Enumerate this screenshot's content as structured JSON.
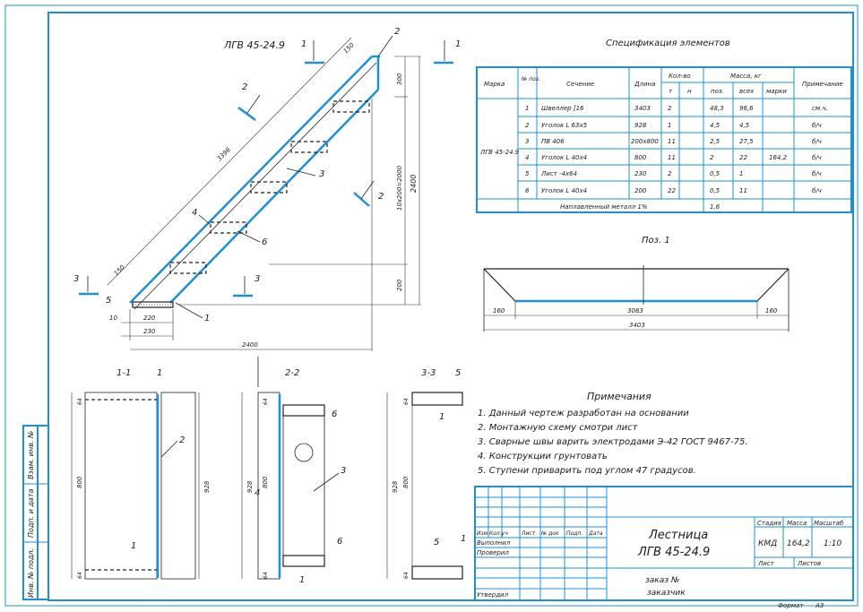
{
  "drawing": {
    "main_view_title": "ЛГВ 45-24.9",
    "section_marks": [
      "1",
      "1",
      "2",
      "2",
      "3",
      "3"
    ],
    "callouts": [
      "2",
      "3",
      "4",
      "5",
      "6",
      "1"
    ],
    "dims": {
      "slope_len": "3396",
      "top_small": "150",
      "right_300": "300",
      "right_steps": "10х200=2000",
      "right_total": "2400",
      "right_200": "200",
      "base_10": "10",
      "base_220": "220",
      "base_230": "230",
      "base_2400": "2400",
      "bottom_150": "150"
    }
  },
  "spec": {
    "title": "Спецификация элементов",
    "headers": {
      "mark": "Марка",
      "pos": "№ поз.",
      "section": "Сечение",
      "length": "Длина",
      "qty": "Кол-во",
      "qty_t": "т",
      "qty_n": "н",
      "mass": "Масса, кг",
      "mass_pos": "поз.",
      "mass_all": "всех",
      "mass_mark": "марки",
      "note": "Примечание"
    },
    "mark_value": "ЛГВ 45-24.9",
    "mark_mass": "164,2",
    "rows": [
      {
        "pos": "1",
        "section": "Швеллер  [16",
        "length": "3403",
        "t": "2",
        "n": "",
        "m_pos": "48,3",
        "m_all": "96,6",
        "note": "см.ч."
      },
      {
        "pos": "2",
        "section": "Уголок  L 63х5",
        "length": "928",
        "t": "1",
        "n": "",
        "m_pos": "4,5",
        "m_all": "4,5",
        "note": "б/ч"
      },
      {
        "pos": "3",
        "section": "ПВ 406",
        "length": "200х800",
        "t": "11",
        "n": "",
        "m_pos": "2,5",
        "m_all": "27,5",
        "note": "б/ч"
      },
      {
        "pos": "4",
        "section": "Уголок  L 40х4",
        "length": "800",
        "t": "11",
        "n": "",
        "m_pos": "2",
        "m_all": "22",
        "note": "б/ч"
      },
      {
        "pos": "5",
        "section": "Лист  -4х64",
        "length": "230",
        "t": "2",
        "n": "",
        "m_pos": "0,5",
        "m_all": "1",
        "note": "б/ч"
      },
      {
        "pos": "6",
        "section": "Уголок  L 40х4",
        "length": "200",
        "t": "22",
        "n": "",
        "m_pos": "0,5",
        "m_all": "11",
        "note": "б/ч"
      }
    ],
    "weld": {
      "label": "Наплавленный металл 1%",
      "value": "1,6"
    }
  },
  "pos1": {
    "title": "Поз. 1",
    "dims": {
      "left": "160",
      "mid": "3083",
      "right": "160",
      "total": "3403"
    }
  },
  "sections": {
    "s11": {
      "label": "1-1",
      "h": "800",
      "w": "928",
      "top": "64",
      "bot": "64",
      "call1": "1",
      "call2": "2",
      "call3": "1"
    },
    "s22": {
      "label": "2-2",
      "h": "800",
      "w": "928",
      "top": "64",
      "bot": "64",
      "call": [
        "6",
        "3",
        "4",
        "6",
        "1"
      ]
    },
    "s33": {
      "label": "3-3",
      "h": "800",
      "w": "928",
      "top": "64",
      "bot": "64",
      "call": [
        "5",
        "1",
        "5",
        "1"
      ]
    }
  },
  "notes": {
    "title": "Примечания",
    "items": [
      "1. Данный чертеж разработан на основании",
      "2. Монтажную схему смотри лист",
      "3. Сварные швы варить электродами Э-42 ГОСТ 9467-75.",
      "4. Конструкции грунтовать",
      "5. Ступени приварить под углом 47 градусов."
    ]
  },
  "title_block": {
    "col_heads": [
      "Изм",
      "Кол.уч",
      "Лист",
      "№ док",
      "Подп.",
      "Дата"
    ],
    "roles": [
      "Выполнил",
      "Проверил",
      "Утвердил"
    ],
    "name_line1": "Лестница",
    "name_line2": "ЛГВ 45-24.9",
    "stage_head": "Стадия",
    "mass_head": "Масса",
    "scale_head": "Масштаб",
    "stage": "КМД",
    "mass": "164,2",
    "scale": "1:10",
    "sheet": "Лист",
    "sheets": "Листов",
    "order": "заказ №",
    "customer": "заказчик",
    "format_label": "Формат",
    "format_value": "А3"
  },
  "side_stamps": [
    "Инв. № подл.",
    "Подп. и дата",
    "Взам. инв. №"
  ]
}
